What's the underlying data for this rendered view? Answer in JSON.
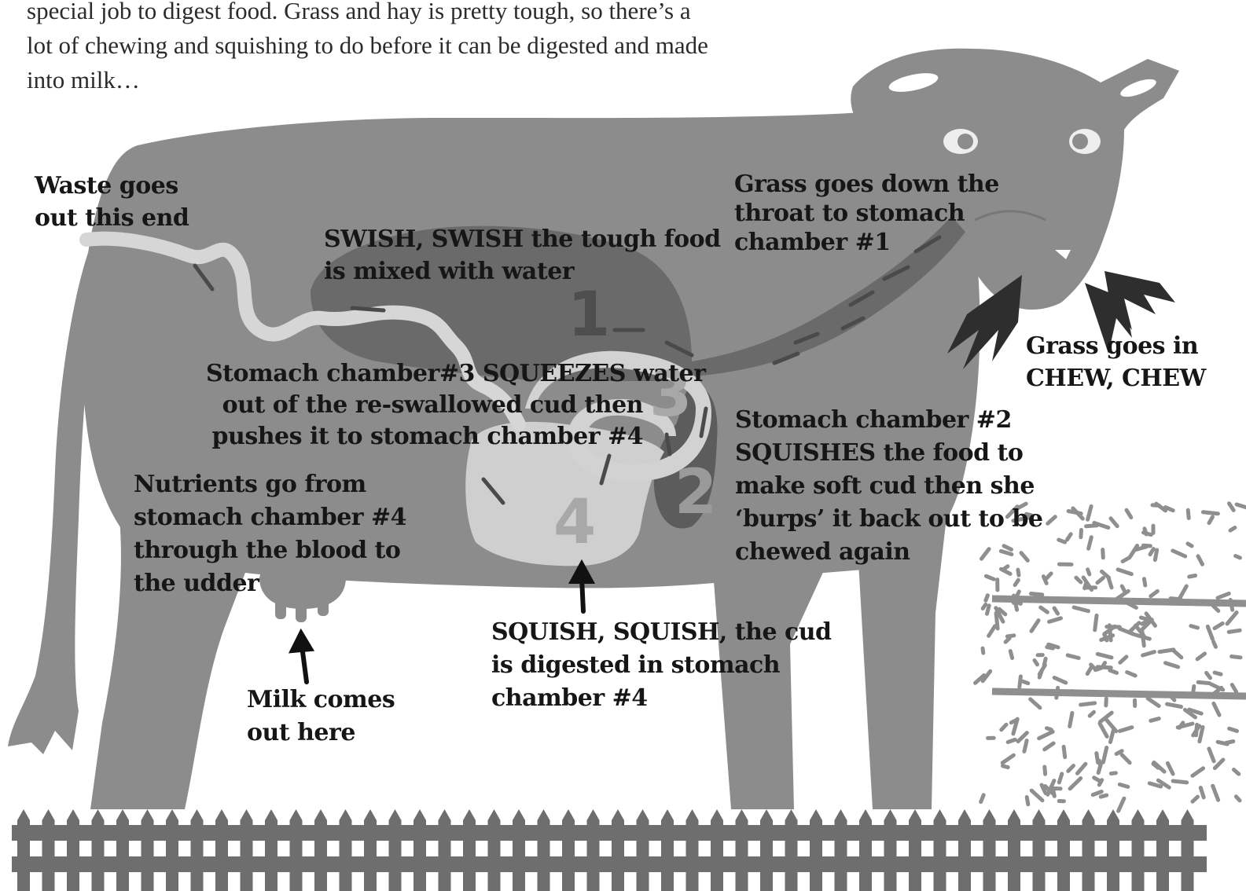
{
  "intro": {
    "lines": [
      "special job to digest food. Grass and hay is pretty tough, so there’s a",
      "lot of chewing and squishing to do before it can be digested and made",
      "into milk…"
    ]
  },
  "labels": {
    "waste": [
      "Waste goes",
      "out this end"
    ],
    "swish": [
      "SWISH, SWISH the tough food",
      "is mixed with water"
    ],
    "throat": [
      "Grass goes down the",
      "throat to stomach",
      "chamber #1"
    ],
    "grass_in": [
      "Grass goes in",
      "CHEW, CHEW"
    ],
    "chamber3": [
      "Stomach chamber#3 SQUEEZES water",
      "out of the re-swallowed cud then",
      "pushes it to stomach chamber #4"
    ],
    "chamber2": [
      "Stomach chamber #2",
      "SQUISHES the food to",
      "make soft cud then she",
      "‘burps’ it back out to be",
      "chewed again"
    ],
    "nutrients": [
      "Nutrients go from",
      "stomach chamber #4",
      "through the blood to",
      "the udder"
    ],
    "squish": [
      "SQUISH, SQUISH, the cud",
      "is digested in stomach",
      "chamber #4"
    ],
    "milk": [
      "Milk comes",
      "out here"
    ]
  },
  "chamber_numbers": {
    "one": "1",
    "two": "2",
    "three": "3",
    "four": "4"
  },
  "colors": {
    "cow_body": "#8c8c8c",
    "chamber1": "#6a6a6a",
    "chamber2": "#5c5c5c",
    "chamber3": "#d2d2d2",
    "chamber4": "#cfcfcf",
    "intestine": "#d6d6d6",
    "fence": "#6e6e6e",
    "grass": "#2e2e2e",
    "hay": "#8f8f8f"
  }
}
